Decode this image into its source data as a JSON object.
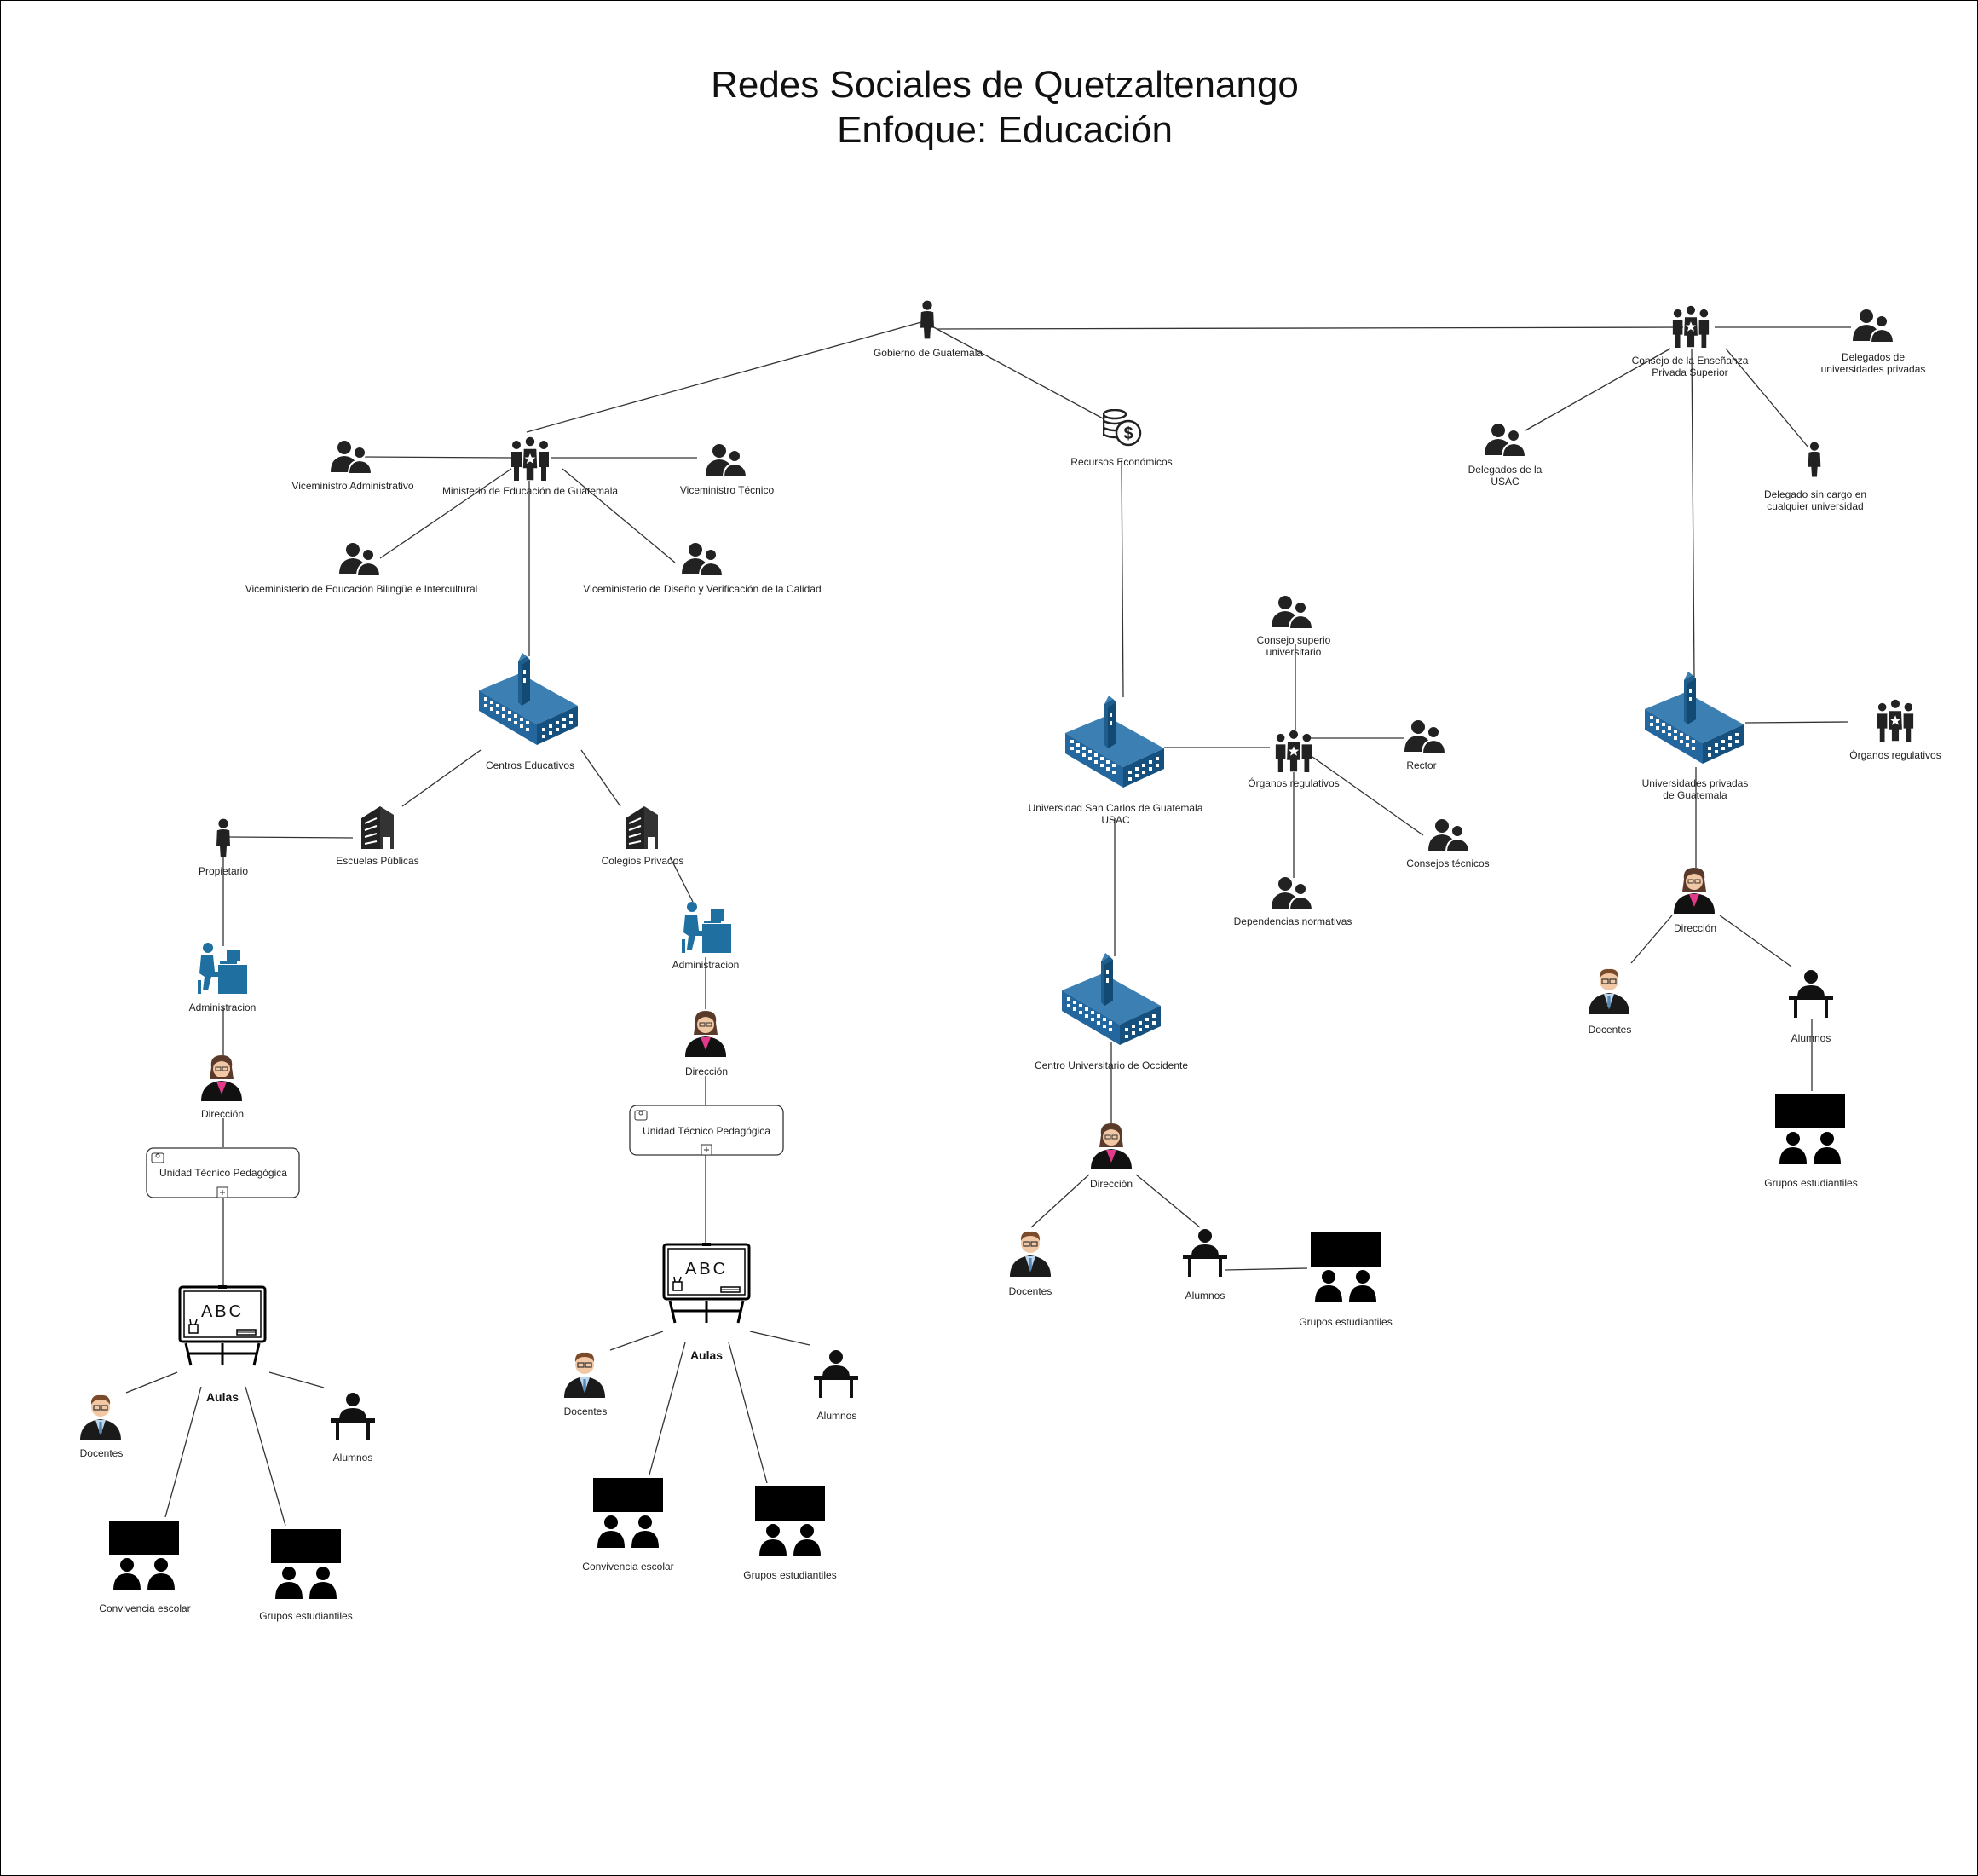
{
  "title": {
    "line1": "Redes Sociales de Quetzaltenango",
    "line2": "Enfoque: Educación"
  },
  "nodes": {
    "gobierno": "Gobierno de Guatemala",
    "consejo_ensenanza_1": "Consejo de la Enseñanza",
    "consejo_ensenanza_2": "Privada Superior",
    "delegados_priv_1": "Delegados de",
    "delegados_priv_2": "universidades privadas",
    "delegados_usac_1": "Delegados de la",
    "delegados_usac_2": "USAC",
    "delegado_sin_1": "Delegado sin cargo en",
    "delegado_sin_2": "cualquier universidad",
    "recursos": "Recursos Económicos",
    "ministerio": "Ministerio de Educación de Guatemala",
    "vice_admin": "Viceministro Administrativo",
    "vice_tecnico": "Viceministro Técnico",
    "vice_bilingue": "Viceministerio de Educación Bilingüe e Intercultural",
    "vice_diseno": "Viceministerio de Diseño y Verificación de la Calidad",
    "centros": "Centros Educativos",
    "escuelas": "Escuelas Públicas",
    "colegios": "Colegios Privados",
    "propietario": "Propietario",
    "administracion_a": "Administracion",
    "administracion_b": "Administracion",
    "direccion": "Dirección",
    "utp": "Unidad Técnico Pedagógica",
    "aulas": "Aulas",
    "docentes": "Docentes",
    "alumnos": "Alumnos",
    "convivencia": "Convivencia escolar",
    "grupos": "Grupos estudiantiles",
    "usac_1": "Universidad San Carlos de Guatemala",
    "usac_2": "USAC",
    "organos": "Órganos regulativos",
    "consejo_sup_1": "Consejo superio",
    "consejo_sup_2": "universitario",
    "rector": "Rector",
    "consejos_tec": "Consejos técnicos",
    "dependencias": "Dependencias normativas",
    "cunoc": "Centro Universitario de Occidente",
    "univ_priv_1": "Universidades privadas",
    "univ_priv_2": "de Guatemala"
  },
  "board_text": "ABC"
}
